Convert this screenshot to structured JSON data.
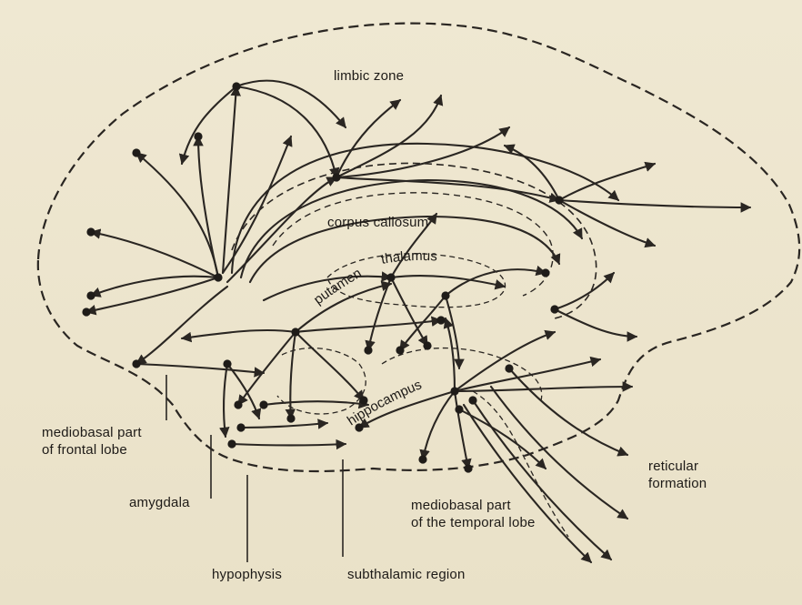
{
  "labels": {
    "limbic_zone": "limbic zone",
    "corpus_callosum": "corpus callosum",
    "putamen": "putamen",
    "thalamus": "thalamus",
    "hippocampus": "hippocampus",
    "mediobasal_frontal_1": "mediobasal part",
    "mediobasal_frontal_2": "of frontal lobe",
    "amygdala": "amygdala",
    "hypophysis": "hypophysis",
    "subthalamic_region": "subthalamic region",
    "mediobasal_temporal_1": "mediobasal part",
    "mediobasal_temporal_2": "of the temporal lobe",
    "reticular_1": "reticular",
    "reticular_2": "formation"
  },
  "colors": {
    "ink": "#2a2622",
    "paper": "#ece4cc"
  }
}
